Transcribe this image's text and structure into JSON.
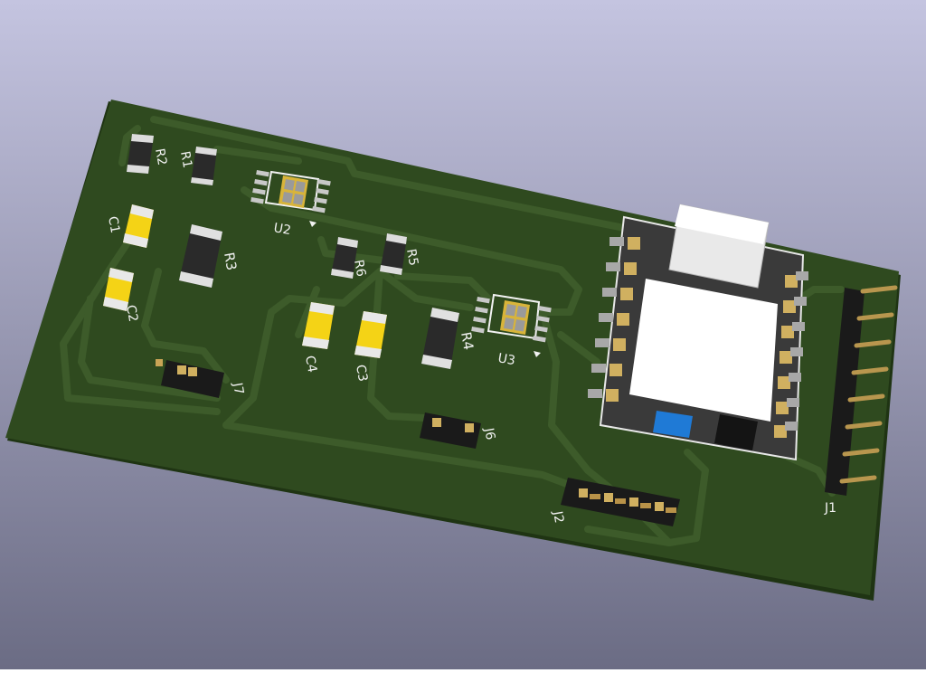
{
  "viewer": {
    "background_top": "#c4c4e0",
    "background_bottom": "#6b6c84"
  },
  "board": {
    "soldermask_color": "#2f4a1f",
    "edge_color": "#1f3413",
    "trace_color": "#3f5e2c",
    "silkscreen_color": "#f2f2f2"
  },
  "references": {
    "r1": "R1",
    "r2": "R2",
    "r3": "R3",
    "r4": "R4",
    "r5": "R5",
    "r6": "R6",
    "c1": "C1",
    "c2": "C2",
    "c3": "C3",
    "c4": "C4",
    "u2": "U2",
    "u3": "U3",
    "j1": "J1",
    "j2": "J2",
    "j6": "J6",
    "j7": "J7"
  },
  "colors": {
    "capacitor_body": "#f4d316",
    "resistor_body": "#2a2a2a",
    "pad_gold": "#d8b43a",
    "module_white": "#ffffff",
    "button_blue": "#1f7ad6",
    "header_black": "#1a1a1a"
  },
  "icons": {
    "usb": "usb-c-connector-icon",
    "button": "push-button-icon"
  }
}
